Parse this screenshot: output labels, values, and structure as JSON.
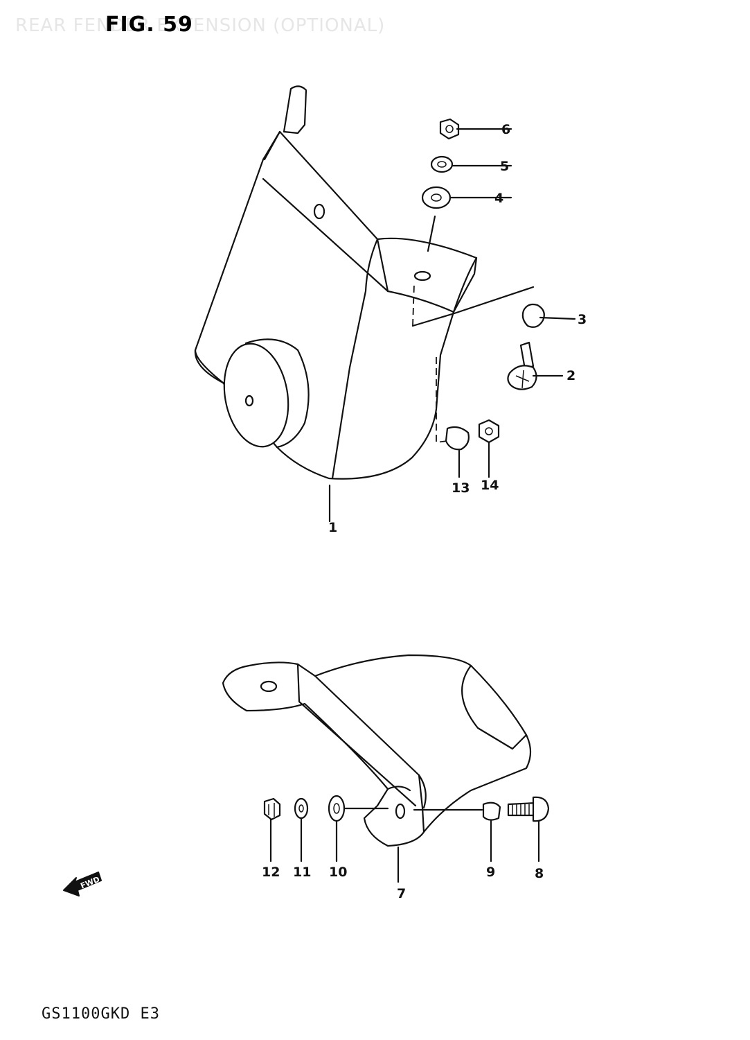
{
  "header": {
    "background_title": "REAR FENDER EXTENSION (OPTIONAL)",
    "figure_label": "FIG. 59"
  },
  "footer": {
    "model_code": "GS1100GKD E3"
  },
  "direction_marker": {
    "label": "FWD"
  },
  "callouts": {
    "c1": "1",
    "c2": "2",
    "c3": "3",
    "c4": "4",
    "c5": "5",
    "c6": "6",
    "c7": "7",
    "c8": "8",
    "c9": "9",
    "c10": "10",
    "c11": "11",
    "c12": "12",
    "c13": "13",
    "c14": "14"
  },
  "colors": {
    "ink": "#111111",
    "paper": "#ffffff",
    "ghost_text": "#e6e6e6"
  }
}
